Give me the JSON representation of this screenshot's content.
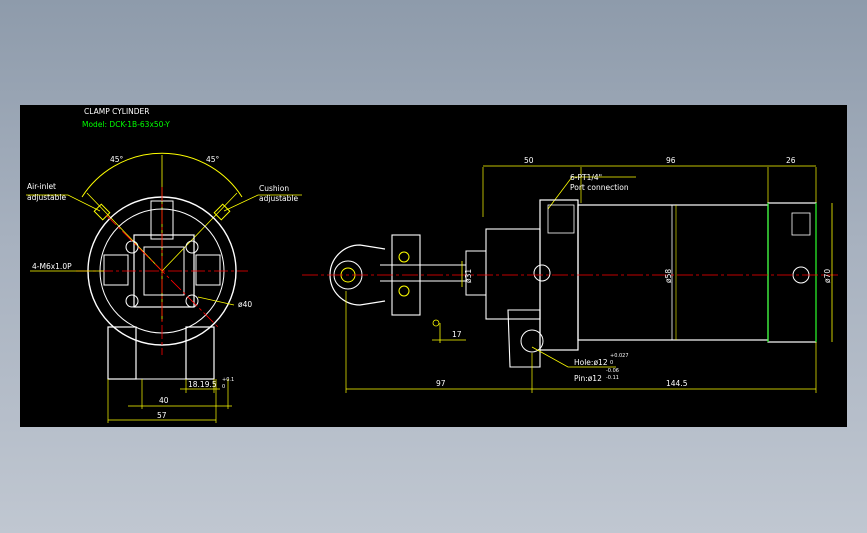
{
  "drawing": {
    "title": "CLAMP CYLINDER",
    "model": "Model: DCK-1B-63x50-Y"
  },
  "front_view": {
    "angle_left": "45°",
    "angle_right": "45°",
    "air_inlet_1": "Air-inlet",
    "air_inlet_2": "adjustable",
    "cushion_1": "Cushion",
    "cushion_2": "adjustable",
    "thread": "4-M6x1.0P",
    "dia_40": "ø40",
    "dim_18": "18.19.5",
    "dim_18_tol": "+0.1",
    "dim_18_tol2": "0",
    "dim_40": "40",
    "dim_57": "57"
  },
  "side_view": {
    "dim_50": "50",
    "dim_96": "96",
    "dim_26": "26",
    "port_1": "6-PT1/4\"",
    "port_2": "Port connection",
    "dia_31": "ø31",
    "dia_58": "ø58",
    "dia_70": "ø70",
    "dim_17": "17",
    "hole": "Hole:ø12",
    "hole_tol": "+0.027",
    "hole_tol2": "0",
    "pin": "Pin:ø12",
    "pin_tol": "-0.06",
    "pin_tol2": "-0.11",
    "dim_97": "97",
    "dim_144": "144.5"
  },
  "colors": {
    "background": "#000000",
    "outline": "#ffffff",
    "dimension": "#ffff00",
    "centerline": "#ff0000",
    "annotation": "#00ff00",
    "viewport_frame": "#ffffff"
  }
}
